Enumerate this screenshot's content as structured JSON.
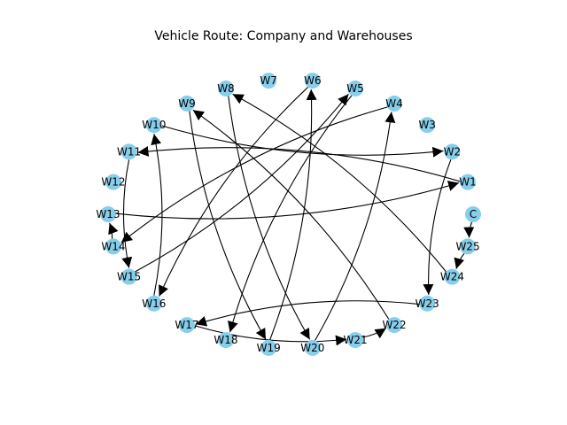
{
  "title": "Vehicle Route: Company and Warehouses",
  "colors": {
    "node": "#87ceeb",
    "edge": "#000000",
    "background": "#ffffff"
  },
  "nodes": [
    "C",
    "W1",
    "W2",
    "W3",
    "W4",
    "W5",
    "W6",
    "W7",
    "W8",
    "W9",
    "W10",
    "W11",
    "W12",
    "W13",
    "W14",
    "W15",
    "W16",
    "W17",
    "W18",
    "W19",
    "W20",
    "W21",
    "W22",
    "W23",
    "W24",
    "W25"
  ],
  "edges": [
    [
      "C",
      "W25"
    ],
    [
      "W25",
      "W24"
    ],
    [
      "W24",
      "W8"
    ],
    [
      "W8",
      "W20"
    ],
    [
      "W20",
      "W4"
    ],
    [
      "W4",
      "W14"
    ],
    [
      "W14",
      "W13"
    ],
    [
      "W13",
      "W1"
    ],
    [
      "W1",
      "W11"
    ],
    [
      "W11",
      "W15"
    ],
    [
      "W15",
      "W5"
    ],
    [
      "W5",
      "W18"
    ],
    [
      "W9",
      "W19"
    ],
    [
      "W19",
      "W6"
    ],
    [
      "W6",
      "W16"
    ],
    [
      "W16",
      "W10"
    ],
    [
      "W10",
      "W2"
    ],
    [
      "W2",
      "W23"
    ],
    [
      "W23",
      "W17"
    ],
    [
      "W17",
      "W21"
    ],
    [
      "W21",
      "W22"
    ],
    [
      "W22",
      "W9"
    ]
  ]
}
